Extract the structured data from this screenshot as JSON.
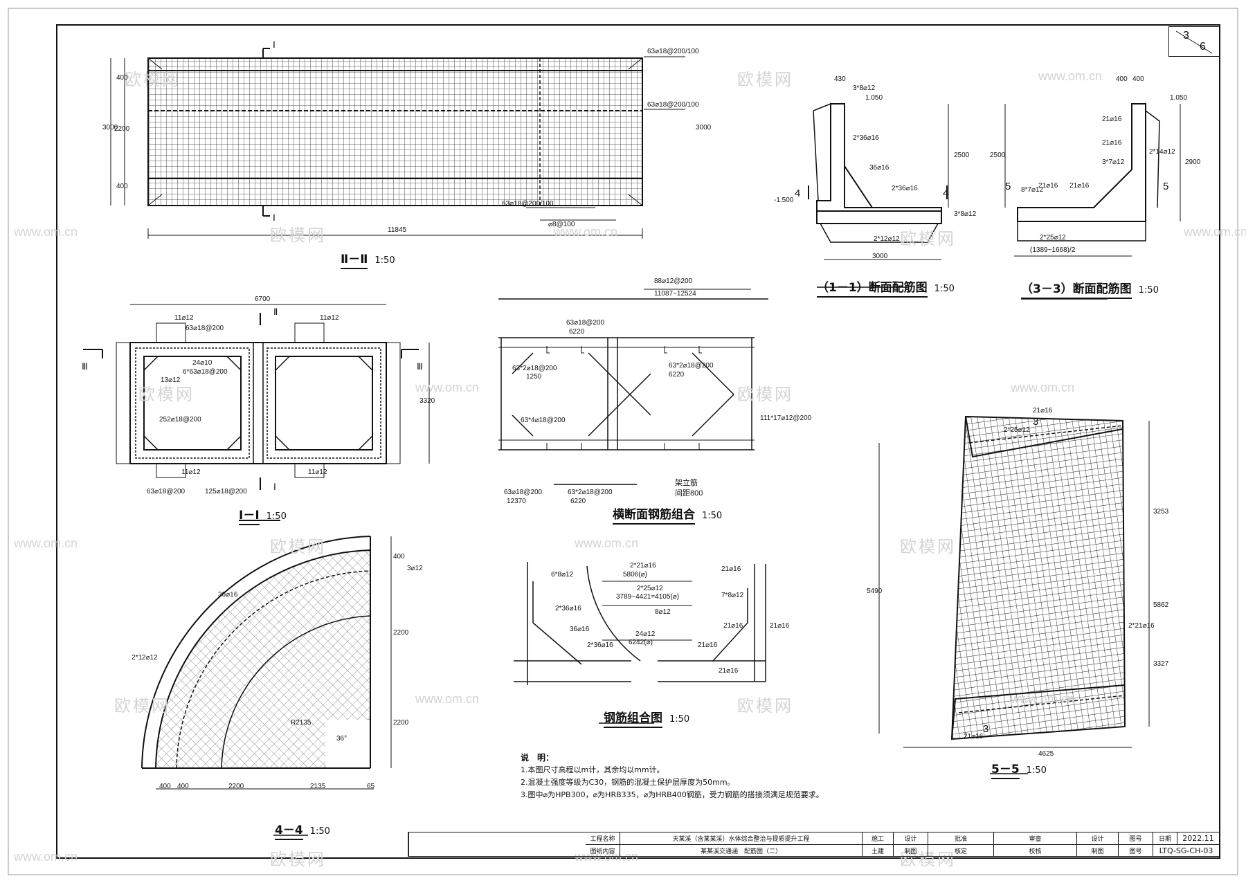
{
  "sheet": {
    "current": "3",
    "total": "6"
  },
  "views": {
    "v22": {
      "name": "Ⅱ－Ⅱ",
      "scale": "1:50"
    },
    "v11": {
      "name": "Ⅰ－Ⅰ",
      "scale": "1:50"
    },
    "v44": {
      "name": "4－4",
      "scale": "1:50"
    },
    "cross": {
      "name": "横断面钢筋组合",
      "scale": "1:50"
    },
    "combo": {
      "name": "钢筋组合图",
      "scale": "1:50"
    },
    "sec11": {
      "name": "（1－1）断面配筋图",
      "scale": "1:50"
    },
    "sec33": {
      "name": "（3－3）断面配筋图",
      "scale": "1:50"
    },
    "v55": {
      "name": "5－5",
      "scale": "1:50"
    }
  },
  "labels": {
    "v22_r1": "63⌀18@200/100",
    "v22_r2": "63⌀18@200/100",
    "v22_r3": "63⌀18@200/100",
    "v22_r4": "⌀8@100",
    "v22_len": "11845",
    "v22_h": "3000",
    "v22_h2": "3000",
    "v22_d1": "400",
    "v22_d2": "2200",
    "v22_d3": "400",
    "sec_I": "Ⅰ",
    "sec_II": "Ⅱ",
    "sec_III": "Ⅲ",
    "v11_w": "6700",
    "v11_h": "3320",
    "v11_a": "11⌀12",
    "v11_b": "11⌀12",
    "v11_c": "63⌀18@200",
    "v11_d": "24⌀10",
    "v11_e": "6*63⌀18@200",
    "v11_f": "13⌀12",
    "v11_g": "252⌀18@200",
    "v11_h2": "125⌀18@200",
    "v11_i": "63⌀18@200",
    "cr_top": "88⌀12@200",
    "cr_len": "11087~12524",
    "cr_a": "63⌀18@200",
    "cr_a2": "6220",
    "cr_b": "63*2⌀18@200",
    "cr_b2": "1250",
    "cr_c": "63*2⌀18@200",
    "cr_c2": "6220",
    "cr_d": "63*4⌀18@200",
    "cr_e": "111*17⌀12@200",
    "cr_f": "63⌀18@200",
    "cr_f2": "12370",
    "cr_g": "63*2⌀18@200",
    "cr_g2": "6220",
    "cr_h": "架立筋",
    "cr_h2": "间距800",
    "s11_el": "1.050",
    "s11_el2": "-1.500",
    "s11_a": "3*8⌀12",
    "s11_b": "2*36⌀16",
    "s11_c": "36⌀16",
    "s11_d": "2*36⌀16",
    "s11_e": "2*12⌀12",
    "s11_f": "3*8⌀12",
    "s11_w": "3000",
    "s11_h": "2500",
    "s11_t": "430",
    "s11_s": "4",
    "s33_el": "1.050",
    "s33_a": "21⌀16",
    "s33_b": "21⌀16",
    "s33_c": "3*7⌀12",
    "s33_d": "21⌀16",
    "s33_e": "21⌀16",
    "s33_f": "2*14⌀12",
    "s33_g": "8*7⌀12",
    "s33_h": "2*25⌀12",
    "s33_w": "(1389~1668)/2",
    "s33_h2": "2900",
    "s33_h3": "2500",
    "s33_t": "400",
    "s33_t2": "400",
    "s33_s": "5",
    "cb_a": "6*8⌀12",
    "cb_b": "2*36⌀16",
    "cb_c": "36⌀16",
    "cb_d": "2*36⌀16",
    "cb_e": "2*21⌀16",
    "cb_e2": "5806(⌀)",
    "cb_f": "2*25⌀12",
    "cb_f2": "3789~4421=4105(⌀)",
    "cb_g": "8⌀12",
    "cb_h": "24⌀12",
    "cb_h2": "6242(⌀)",
    "cb_i": "21⌀16",
    "cb_j": "7*8⌀12",
    "cb_k": "21⌀16",
    "cb_l": "21⌀16",
    "cb_m": "21⌀16",
    "cb_n": "21⌀16",
    "v44_a": "3⌀12",
    "v44_b": "36⌀16",
    "v44_c": "2*12⌀12",
    "v44_r": "R2135",
    "v44_ang": "36°",
    "v44_d1": "400",
    "v44_d2": "400",
    "v44_d3": "2200",
    "v44_d4": "2135",
    "v44_d5": "65",
    "v44_e1": "400",
    "v44_e2": "2200",
    "v44_e3": "2200",
    "v55_a": "21⌀16",
    "v55_b": "2*25⌀12",
    "v55_c": "21⌀16",
    "v55_d": "2*21⌀16",
    "v55_w": "4625",
    "v55_h": "5490",
    "v55_h2": "3253",
    "v55_h3": "5862",
    "v55_h4": "3327",
    "v55_s": "3"
  },
  "notes": {
    "heading": "说　明：",
    "n1": "1.本图尺寸高程以m计，其余均以mm计。",
    "n2": "2.混凝土强度等级为C30，钢筋的混凝土保护层厚度为50mm。",
    "n3": "3.图中⌀为HPB300，⌀为HRB335，⌀为HRB400钢筋，受力钢筋的搭接须满足规范要求。"
  },
  "titleblock": {
    "proj_label": "工程名称",
    "proj_value": "天某溪（含某某溪）水体综合整治与提质提升工程",
    "content_label": "图纸内容",
    "content_value": "某某溪交通涵　配筋图（二）",
    "r1c1": "施工",
    "r1c2": "设计",
    "r1c3": "批准",
    "r1c4": "审查",
    "r1c5": "设计",
    "r2c1": "土建",
    "r2c2": "制图",
    "r2c3": "核定",
    "r2c4": "校核",
    "r2c5": "制图",
    "date_label": "日期",
    "date_value": "2022.11",
    "no_label": "图号",
    "no_value": "LTQ-SG-CH-03",
    "sheet_label": "图号"
  },
  "watermarks": {
    "w1": "欧模网",
    "w2": "www.om.cn"
  }
}
